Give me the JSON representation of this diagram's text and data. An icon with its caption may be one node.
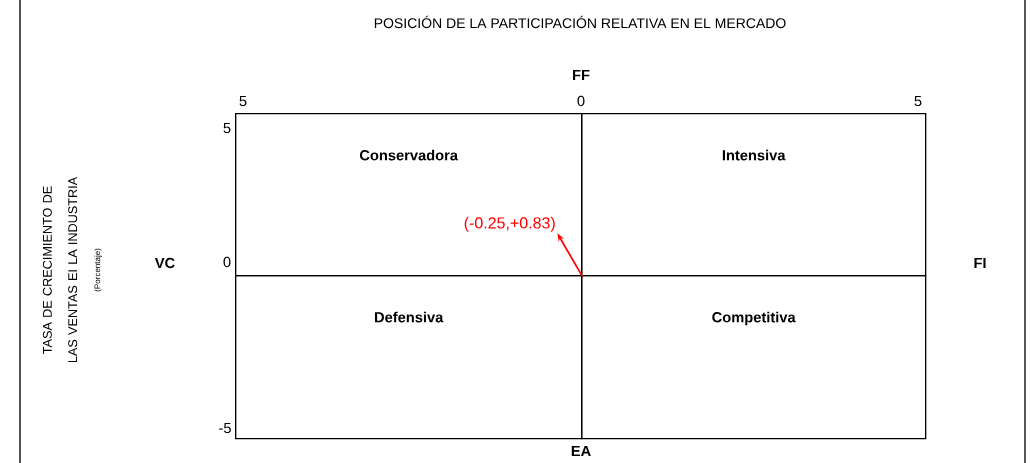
{
  "diagram": {
    "title": "POSICIÓN DE LA PARTICIPACIÓN RELATIVA EN EL MERCADO",
    "nodes": [
      {
        "text": [
          "Conservadora"
        ]
      },
      {
        "text": [
          "Intensiva"
        ]
      },
      {
        "text": [
          "Defensiva"
        ]
      },
      {
        "text": [
          "Competitiva"
        ]
      },
      {
        "text": [
          "(-0.25,+0.83)"
        ],
        "in": 0
      }
    ],
    "edges": [
      {
        "from": 0,
        "to": 4,
        "arrow": "to",
        "color": "#ff0000"
      }
    ],
    "labels": [
      "FF",
      "5",
      "0",
      "5",
      "5",
      "VC",
      "0",
      "FI",
      "-5",
      "EA",
      "TASA DE CRECIMIENTO DE LAS VENTAS EI LA INDUSTRIA",
      "(Porcentaje)"
    ]
  }
}
